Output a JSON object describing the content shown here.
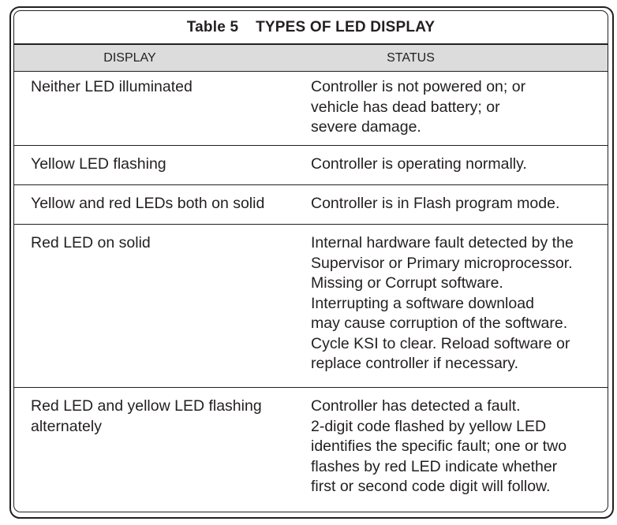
{
  "table": {
    "title": "Table 5    TYPES OF LED DISPLAY",
    "headers": {
      "display": "DISPLAY",
      "status": "STATUS"
    },
    "rows": [
      {
        "display": "Neither LED illuminated",
        "status": "Controller is not powered on; or\nvehicle has dead battery; or\nsevere damage."
      },
      {
        "display": "Yellow LED flashing",
        "status": "Controller is operating normally."
      },
      {
        "display": "Yellow and red LEDs both on solid",
        "status": "Controller is in Flash program mode."
      },
      {
        "display": "Red LED on solid",
        "status": "Internal hardware fault detected by the\nSupervisor or  Primary microprocessor.\nMissing or Corrupt software.\nInterrupting a software download\nmay cause corruption of the software.\nCycle KSI to clear. Reload software or\nreplace controller if necessary."
      },
      {
        "display": "Red LED and yellow LED flashing\nalternately",
        "status": "Controller has detected a fault.\n2-digit code flashed by yellow LED\nidentifies the specific fault; one or two\nflashes by red LED indicate whether\nfirst or second code digit will follow."
      }
    ]
  }
}
